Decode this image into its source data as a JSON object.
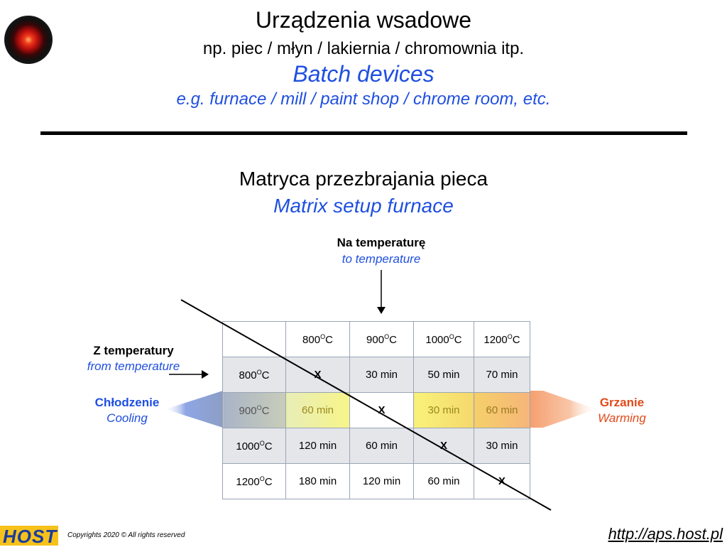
{
  "header": {
    "title_pl": "Urządzenia wsadowe",
    "subtitle_pl": "np. piec / młyn / lakiernia / chromownia itp.",
    "title_en": "Batch devices",
    "subtitle_en": "e.g. furnace / mill / paint shop / chrome room, etc."
  },
  "matrix_title": {
    "pl": "Matryca przezbrajania pieca",
    "en": "Matrix setup furnace"
  },
  "labels": {
    "to_temp_pl": "Na temperaturę",
    "to_temp_en": "to temperature",
    "from_temp_pl": "Z temperatury",
    "from_temp_en": "from temperature",
    "cooling_pl": "Chłodzenie",
    "cooling_en": "Cooling",
    "warming_pl": "Grzanie",
    "warming_en": "Warming"
  },
  "colors": {
    "accent_blue": "#1f4fe0",
    "accent_red": "#e04a1a"
  },
  "temperatures": [
    "800",
    "900",
    "1000",
    "1200"
  ],
  "unit_prefix": "O",
  "unit_suffix": "C",
  "table": {
    "rows": [
      [
        "X",
        "30 min",
        "50 min",
        "70 min"
      ],
      [
        "60 min",
        "X",
        "30 min",
        "60 min"
      ],
      [
        "120 min",
        "60 min",
        "X",
        "30 min"
      ],
      [
        "180 min",
        "120 min",
        "60 min",
        "X"
      ]
    ]
  },
  "footer": {
    "copyright": "Copyrights 2020 © All rights reserved",
    "url": "http://aps.host.pl",
    "logo_text": "HOST"
  }
}
